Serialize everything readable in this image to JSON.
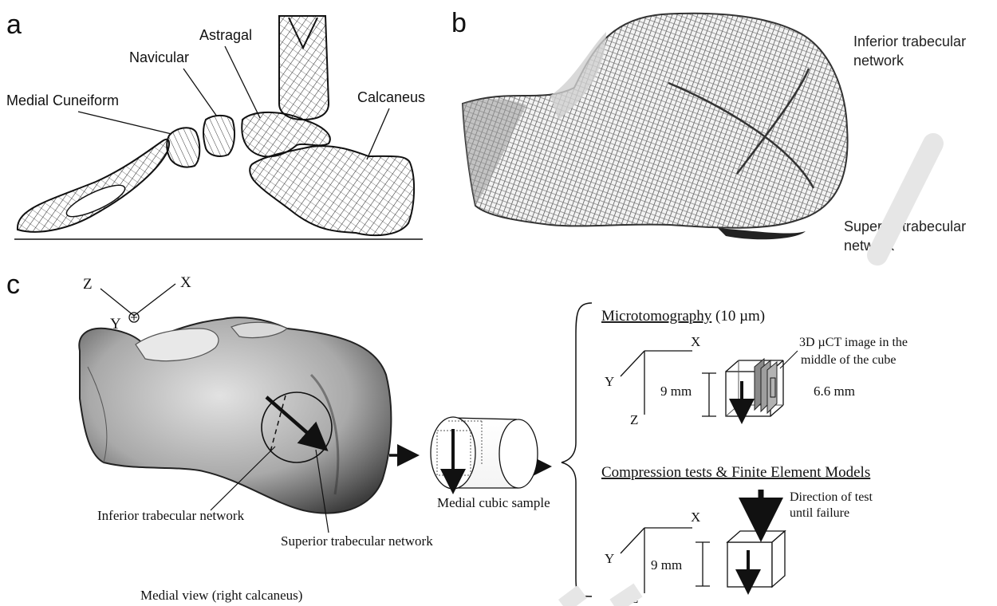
{
  "panel_a": {
    "letter": "a",
    "labels": {
      "medial_cuneiform": "Medial Cuneiform",
      "navicular": "Navicular",
      "astragal": "Astragal",
      "calcaneus": "Calcaneus"
    }
  },
  "panel_b": {
    "letter": "b",
    "inferior": [
      "Inferior trabecular",
      "network"
    ],
    "superior": [
      "Superior trabecular",
      "network"
    ]
  },
  "panel_c": {
    "letter": "c",
    "axes": {
      "x": "X",
      "y": "Y",
      "z": "Z"
    },
    "inferior_label": "Inferior trabecular network",
    "superior_label": "Superior trabecular network",
    "view_caption": "Medial view (right calcaneus)",
    "sample_label": "Medial cubic sample",
    "microtomography": {
      "title": "Microtomography",
      "resolution": "(10 µm)",
      "image_note": [
        "3D µCT image in the",
        "middle of the cube"
      ],
      "cube_size": "9 mm",
      "inner_size": "6.6 mm"
    },
    "compression": {
      "title": "Compression tests & Finite Element Models",
      "test_note": [
        "Direction of test",
        "until failure"
      ],
      "cube_size": "9 mm"
    }
  },
  "colors": {
    "ink": "#111111",
    "bone_dark": "#2b2b2b",
    "bone_light": "#e9e9e9",
    "watermark": "#e6e6e6"
  }
}
